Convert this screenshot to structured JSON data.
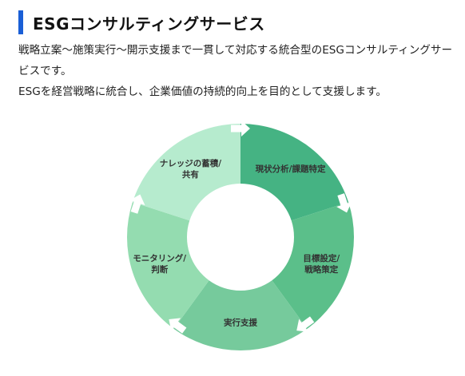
{
  "header": {
    "title": "ESGコンサルティングサービス",
    "accent_color": "#1a5fd6"
  },
  "description": {
    "line1": "戦略立案〜施策実行〜開示支援まで一貫して対応する統合型のESGコンサルティングサービスです。",
    "line2": "ESGを経営戦略に統合し、企業価値の持続的向上を目的として支援します。"
  },
  "cycle": {
    "segments": [
      {
        "lines": [
          "現状分析/課題特定"
        ],
        "color": "#45b383"
      },
      {
        "lines": [
          "目標設定/",
          "戦略策定"
        ],
        "color": "#5bbf8a"
      },
      {
        "lines": [
          "実行支援"
        ],
        "color": "#76ca9c"
      },
      {
        "lines": [
          "モニタリング/",
          "判断"
        ],
        "color": "#94dcb0"
      },
      {
        "lines": [
          "ナレッジの蓄積/",
          "共有"
        ],
        "color": "#b6ebce"
      }
    ],
    "arrow_icon": "white-arrow-icon"
  }
}
